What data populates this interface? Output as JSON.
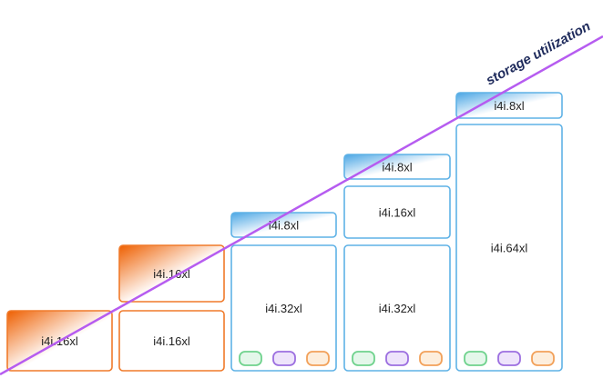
{
  "caption": "storage utilization",
  "colors": {
    "orange": "#f07a2a",
    "blue": "#5fb2e6",
    "purple": "#b65cf0",
    "pill_green": "#6fd28d",
    "pill_purple": "#9c6fe0",
    "pill_orange": "#f2a15a",
    "text": "#222222"
  },
  "columns": [
    {
      "accent": "orange",
      "boxes": [
        {
          "label": "i4i.16xl",
          "gradient": true
        }
      ],
      "pills": false
    },
    {
      "accent": "orange",
      "boxes": [
        {
          "label": "i4i.16xl",
          "gradient": true
        },
        {
          "label": "i4i.16xl",
          "gradient": false
        }
      ],
      "pills": false
    },
    {
      "accent": "blue",
      "boxes": [
        {
          "label": "i4i.8xl",
          "gradient": true
        },
        {
          "label": "i4i.32xl",
          "gradient": false
        }
      ],
      "pills": true
    },
    {
      "accent": "blue",
      "boxes": [
        {
          "label": "i4i.8xl",
          "gradient": true
        },
        {
          "label": "i4i.16xl",
          "gradient": false
        },
        {
          "label": "i4i.32xl",
          "gradient": false
        }
      ],
      "pills": true
    },
    {
      "accent": "blue",
      "boxes": [
        {
          "label": "i4i.8xl",
          "gradient": true
        },
        {
          "label": "i4i.64xl",
          "gradient": false
        }
      ],
      "pills": true
    }
  ]
}
